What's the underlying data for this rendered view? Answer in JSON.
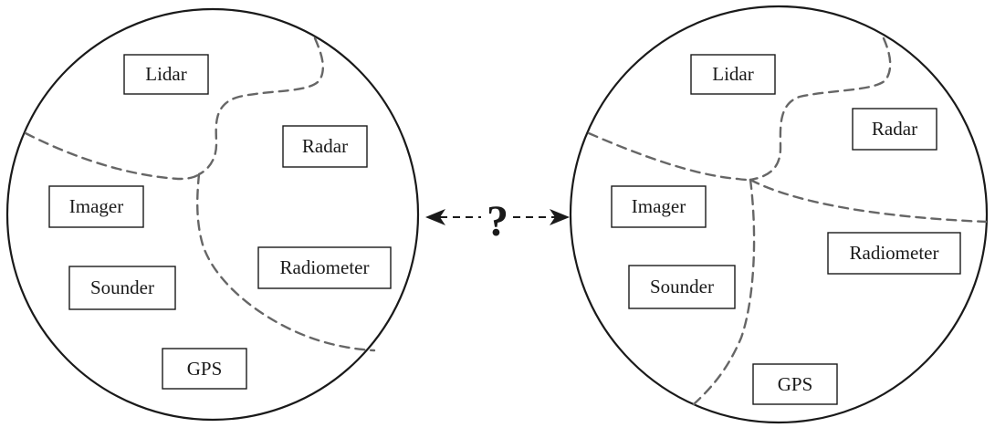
{
  "left_diagram": {
    "labels": {
      "lidar": "Lidar",
      "radar": "Radar",
      "imager": "Imager",
      "radiometer": "Radiometer",
      "sounder": "Sounder",
      "gps": "GPS"
    }
  },
  "right_diagram": {
    "labels": {
      "lidar": "Lidar",
      "radar": "Radar",
      "imager": "Imager",
      "radiometer": "Radiometer",
      "sounder": "Sounder",
      "gps": "GPS"
    }
  },
  "connector": {
    "symbol": "?"
  }
}
